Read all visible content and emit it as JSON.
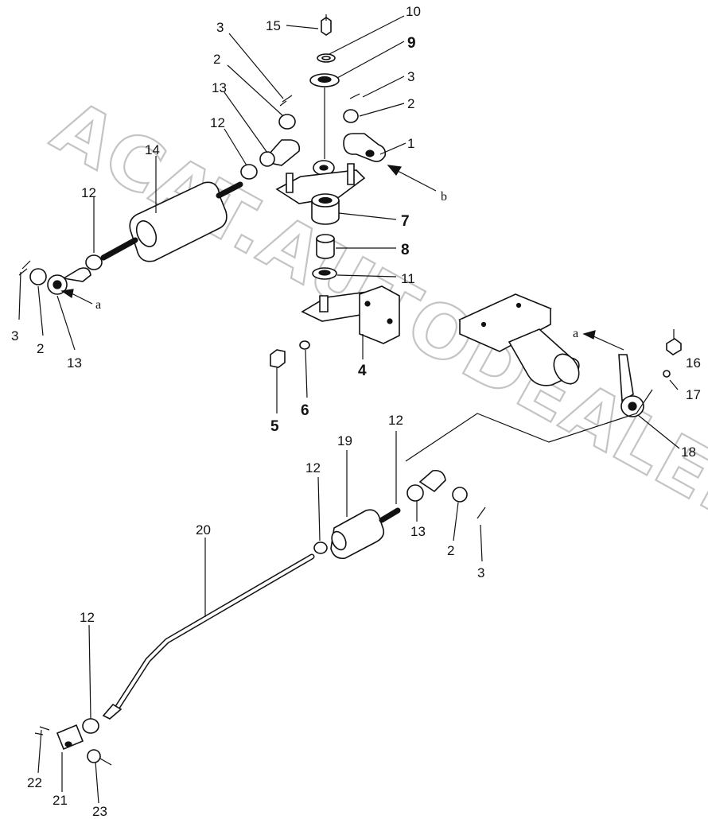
{
  "watermark": "ACAT.AUTODEALER.RU",
  "callouts": {
    "c1": "1",
    "c2a": "2",
    "c2b": "2",
    "c2c": "2",
    "c2d": "2",
    "c3a": "3",
    "c3b": "3",
    "c3c": "3",
    "c3d": "3",
    "c4": "4",
    "c5": "5",
    "c6": "6",
    "c7": "7",
    "c8": "8",
    "c9": "9",
    "c10": "10",
    "c11": "11",
    "c12a": "12",
    "c12b": "12",
    "c12c": "12",
    "c12d": "12",
    "c12e": "12",
    "c13a": "13",
    "c13b": "13",
    "c13c": "13",
    "c14": "14",
    "c15": "15",
    "c16": "16",
    "c17": "17",
    "c18": "18",
    "c19": "19",
    "c20": "20",
    "c21": "21",
    "c22": "22",
    "c23": "23"
  },
  "view_arrows": {
    "a_left": "a",
    "a_right": "a",
    "b": "b"
  }
}
